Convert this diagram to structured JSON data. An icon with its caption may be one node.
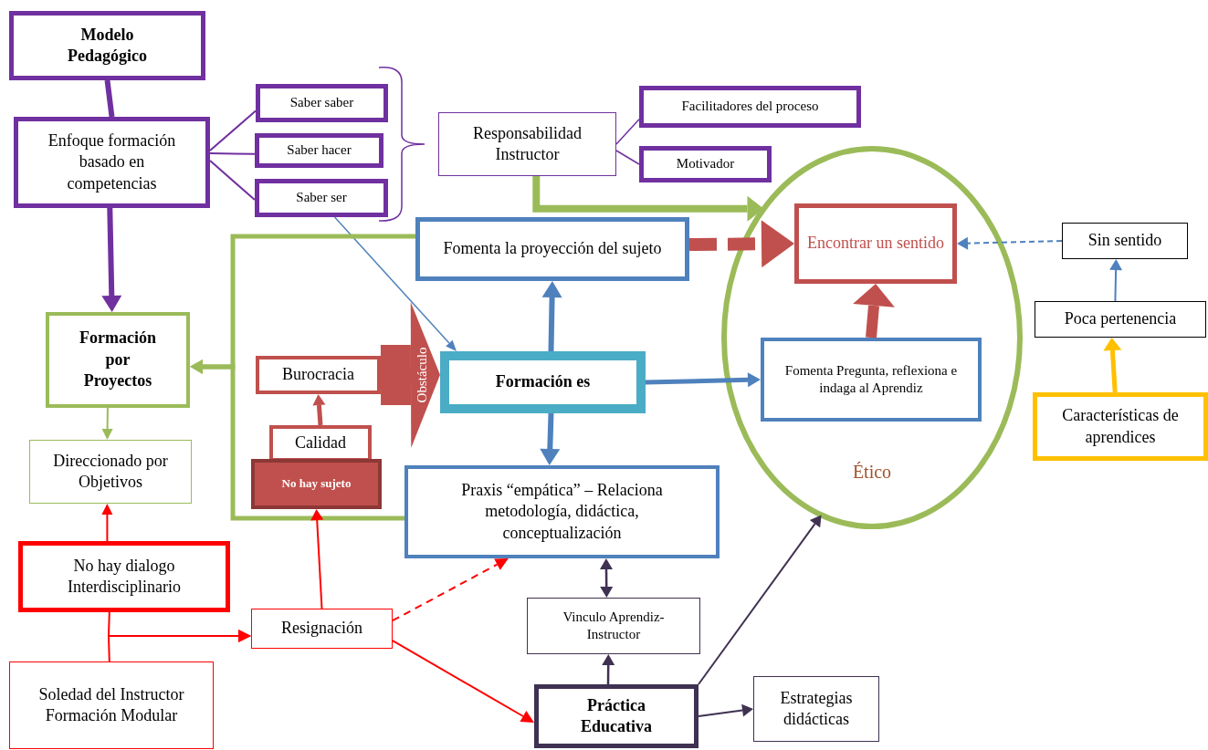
{
  "diagram": {
    "nodes": [
      {
        "text": [
          "Modelo Pedagógico"
        ]
      },
      {
        "text": [
          "Enfoque formación basado en competencias"
        ]
      },
      {
        "text": [
          "Saber saber"
        ]
      },
      {
        "text": [
          "Saber hacer"
        ]
      },
      {
        "text": [
          "Saber ser"
        ]
      },
      {
        "text": [
          "Responsabilidad Instructor"
        ]
      },
      {
        "text": [
          "Facilitadores del proceso"
        ]
      },
      {
        "text": [
          "Motivador"
        ]
      },
      {
        "text": [
          "Ético"
        ]
      },
      {
        "text": [
          "Encontrar un sentido"
        ],
        "in": 8
      },
      {
        "text": [
          "Sin sentido"
        ]
      },
      {
        "text": [
          "Fomenta la proyección del sujeto"
        ]
      },
      {
        "text": [
          "Formación por Proyectos"
        ]
      },
      {
        "text": [
          "Poca pertenencia"
        ]
      },
      {
        "text": [
          "Burocracia"
        ]
      },
      {
        "text": [
          "Formación es"
        ]
      },
      {
        "text": [
          "Fomenta Pregunta, reflexiona e indaga al Aprendiz"
        ],
        "in": 8
      },
      {
        "text": [
          "Calidad"
        ]
      },
      {
        "text": [
          "Características de aprendices"
        ]
      },
      {
        "text": [
          "Direccionado por Objetivos"
        ]
      },
      {
        "text": [
          "No hay sujeto"
        ]
      },
      {
        "text": [
          "Praxis “empática” – Relaciona metodología, didáctica, conceptualización"
        ]
      },
      {
        "text": [
          "No hay dialogo Interdisciplinario"
        ]
      },
      {
        "text": [
          "Resignación"
        ]
      },
      {
        "text": [
          "Vinculo Aprendiz-Instructor"
        ]
      },
      {
        "text": [
          "Soledad del Instructor Formación Modular"
        ]
      },
      {
        "text": [
          "Práctica Educativa"
        ]
      },
      {
        "text": [
          "Estrategias didácticas"
        ]
      }
    ],
    "edges": [
      {
        "from": 0,
        "to": 1,
        "arrow": "none",
        "style": "thick",
        "color": "#7030a0"
      },
      {
        "from": 1,
        "to": 12,
        "arrow": "to",
        "style": "thick",
        "color": "#7030a0"
      },
      {
        "from": 1,
        "to": 2,
        "arrow": "none",
        "color": "#7030a0"
      },
      {
        "from": 1,
        "to": 3,
        "arrow": "none",
        "color": "#7030a0"
      },
      {
        "from": 1,
        "to": 4,
        "arrow": "none",
        "color": "#7030a0"
      },
      {
        "from": 5,
        "to": 6,
        "arrow": "none",
        "color": "#7030a0"
      },
      {
        "from": 5,
        "to": 7,
        "arrow": "none",
        "color": "#7030a0"
      },
      {
        "from": 5,
        "to": 8,
        "arrow": "to",
        "style": "thick",
        "color": "#9bbb59"
      },
      {
        "from": 4,
        "to": 15,
        "arrow": "to",
        "color": "#4f81bd"
      },
      {
        "from": 11,
        "to": 9,
        "arrow": "to",
        "style": "dashed",
        "color": "#c0504d"
      },
      {
        "from": 15,
        "to": 11,
        "arrow": "to",
        "style": "thick",
        "color": "#4f81bd"
      },
      {
        "from": 15,
        "to": 21,
        "arrow": "to",
        "style": "thick",
        "color": "#4f81bd"
      },
      {
        "from": 15,
        "to": 16,
        "arrow": "to",
        "style": "thick",
        "color": "#4f81bd"
      },
      {
        "from": 16,
        "to": 9,
        "arrow": "to",
        "style": "thick",
        "color": "#c0504d"
      },
      {
        "from": 10,
        "to": 9,
        "arrow": "to",
        "style": "dashed",
        "color": "#4f81bd"
      },
      {
        "from": 13,
        "to": 10,
        "arrow": "to",
        "color": "#4f81bd"
      },
      {
        "from": 18,
        "to": 13,
        "arrow": "to",
        "style": "thick",
        "color": "#ffc000"
      },
      {
        "from": 11,
        "to": 12,
        "arrow": "to",
        "style": "thick",
        "color": "#9bbb59"
      },
      {
        "from": 21,
        "to": 12,
        "arrow": "to",
        "style": "thick",
        "color": "#9bbb59"
      },
      {
        "from": 12,
        "to": 19,
        "arrow": "to",
        "color": "#9bbb59"
      },
      {
        "from": 22,
        "to": 19,
        "arrow": "to",
        "color": "#ff0000"
      },
      {
        "from": 14,
        "to": 15,
        "arrow": "to",
        "label": "Obstáculo",
        "style": "thick",
        "color": "#c0504d"
      },
      {
        "from": 17,
        "to": 14,
        "arrow": "to",
        "style": "thick",
        "color": "#c0504d"
      },
      {
        "from": 23,
        "to": 20,
        "arrow": "to",
        "color": "#ff0000"
      },
      {
        "from": 22,
        "to": 23,
        "arrow": "to",
        "color": "#ff0000"
      },
      {
        "from": 25,
        "to": 23,
        "arrow": "to",
        "color": "#ff0000"
      },
      {
        "from": 23,
        "to": 21,
        "arrow": "to",
        "style": "dashed",
        "color": "#ff0000"
      },
      {
        "from": 23,
        "to": 26,
        "arrow": "to",
        "color": "#ff0000"
      },
      {
        "from": 21,
        "to": 24,
        "arrow": "both",
        "color": "#3f3151"
      },
      {
        "from": 26,
        "to": 24,
        "arrow": "to",
        "color": "#3f3151"
      },
      {
        "from": 26,
        "to": 8,
        "arrow": "to",
        "color": "#3f3151"
      },
      {
        "from": 26,
        "to": 27,
        "arrow": "to",
        "color": "#3f3151"
      }
    ]
  }
}
